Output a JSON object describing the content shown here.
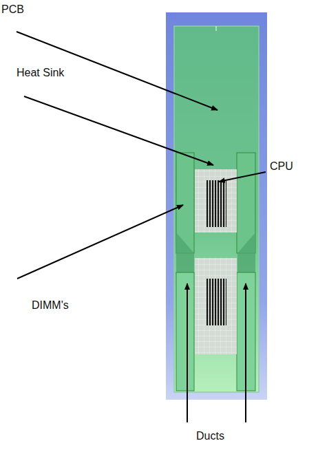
{
  "diagram": {
    "labels": [
      "PCB",
      "Heat Sink",
      "CPU",
      "DIMM's",
      "Ducts"
    ]
  }
}
